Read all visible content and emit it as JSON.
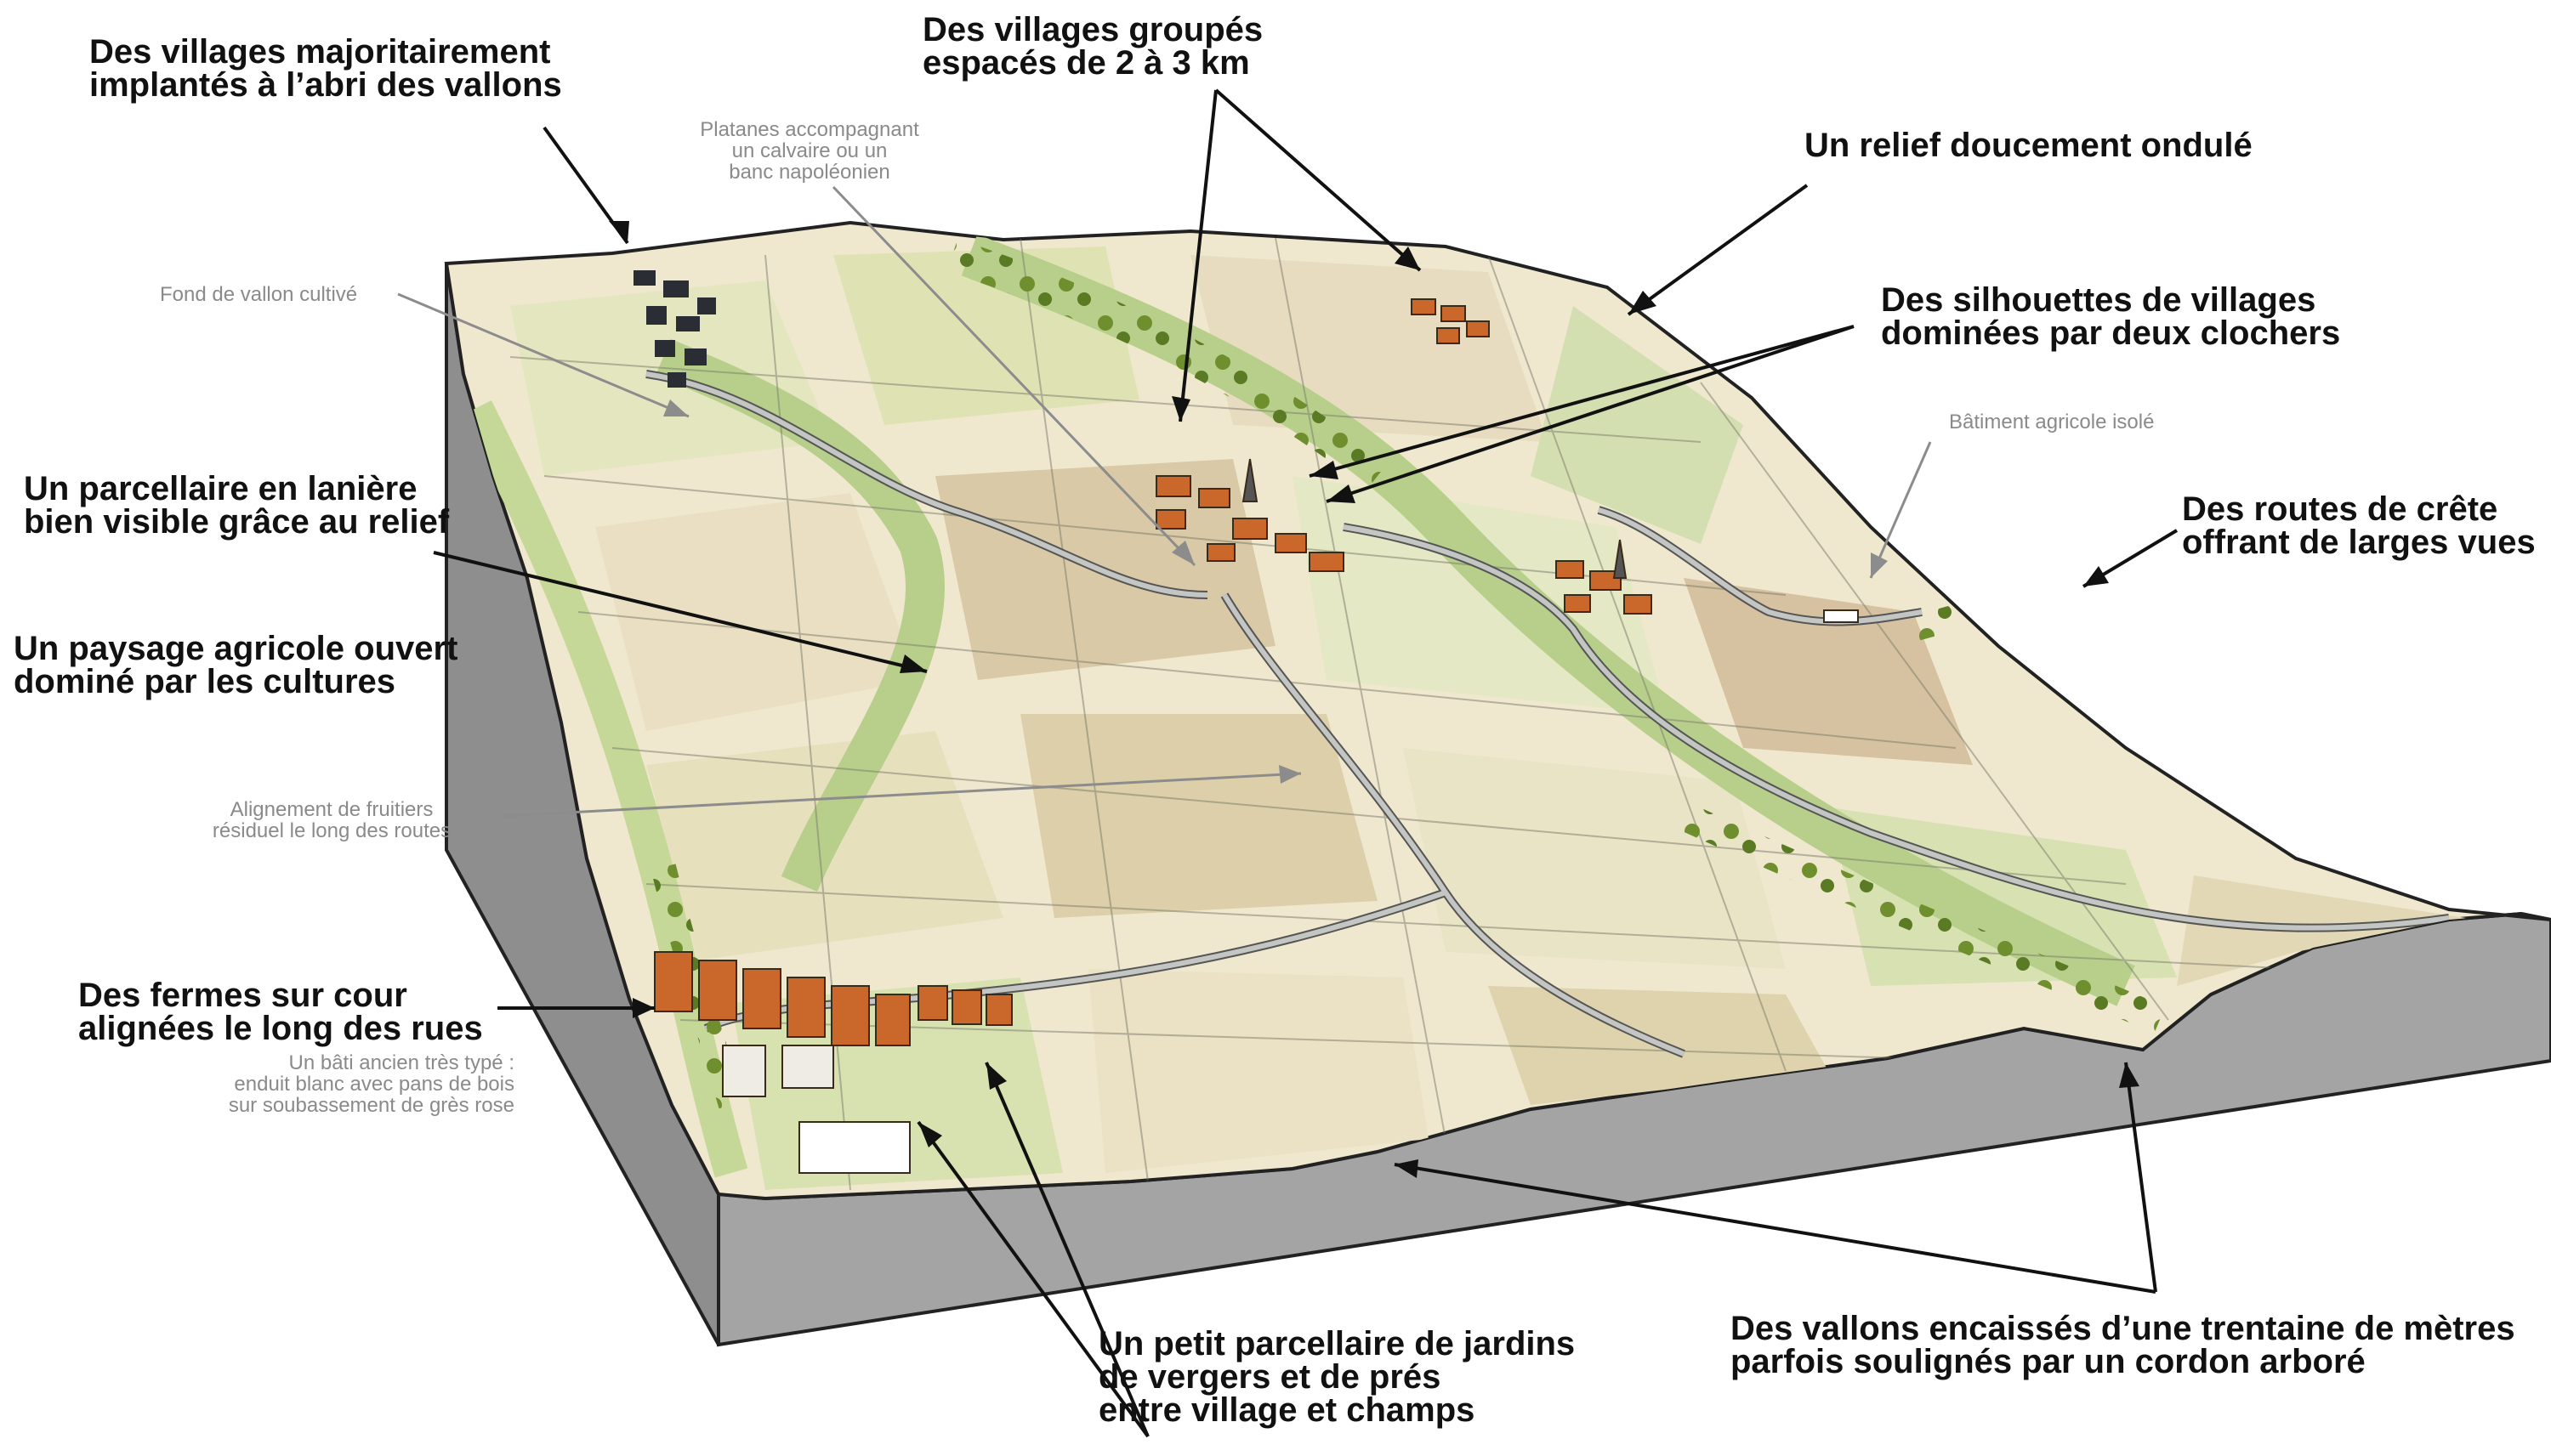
{
  "labels": {
    "villages_vallons": [
      "Des villages majoritairement",
      "implantés à l’abri des vallons"
    ],
    "villages_groupes": [
      "Des villages groupés",
      "espacés de 2 à 3 km"
    ],
    "relief_ondule": [
      "Un relief doucement ondulé"
    ],
    "silhouettes": [
      "Des silhouettes de villages",
      "dominées par deux clochers"
    ],
    "parcellaire_laniere": [
      "Un parcellaire en lanière",
      "bien visible grâce au relief"
    ],
    "paysage_agricole": [
      "Un paysage agricole ouvert",
      "dominé par les cultures"
    ],
    "routes_crete": [
      "Des routes de crête",
      "offrant de larges vues"
    ],
    "fermes_cour": [
      "Des fermes sur cour",
      "alignées le long des rues"
    ],
    "petit_parcellaire": [
      "Un petit parcellaire de jardins",
      "de vergers et de prés",
      "entre village et champs"
    ],
    "vallons_encaisses": [
      "Des vallons encaissés d’une trentaine de mètres",
      "parfois soulignés par un cordon arboré"
    ]
  },
  "sublabels": {
    "platanes": [
      "Platanes accompagnant",
      "un calvaire ou un",
      "banc napoléonien"
    ],
    "fond_vallon": [
      "Fond de vallon cultivé"
    ],
    "batiment_agricole": [
      "Bâtiment agricole isolé"
    ],
    "alignement_fruitiers": [
      "Alignement de fruitiers",
      "résiduel le long des routes"
    ],
    "bati_ancien": [
      "Un bâti ancien très typé :",
      "enduit blanc avec pans de bois",
      "sur soubassement de grès rose"
    ]
  },
  "colors": {
    "block_side": "#a4a4a4",
    "block_side_dark": "#8e8e8e",
    "field_light": "#efe8cf",
    "field_green": "#d4dfb1",
    "meadow": "#b7cf8b",
    "road": "#c4c6c3",
    "roof": "#c9682a",
    "tree": "#6f8f2e",
    "arrow": "#111111",
    "arrow_grey": "#8c8c8c"
  }
}
